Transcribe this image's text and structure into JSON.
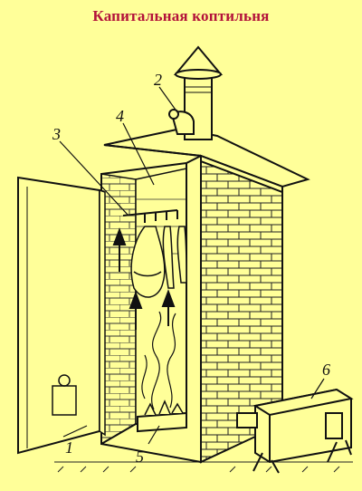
{
  "title": "Капитальная коптильня",
  "callouts": [
    "1",
    "2",
    "3",
    "4",
    "5",
    "6"
  ],
  "colors": {
    "background": "#ffff99",
    "title": "#b3123a",
    "ink": "#111111"
  }
}
